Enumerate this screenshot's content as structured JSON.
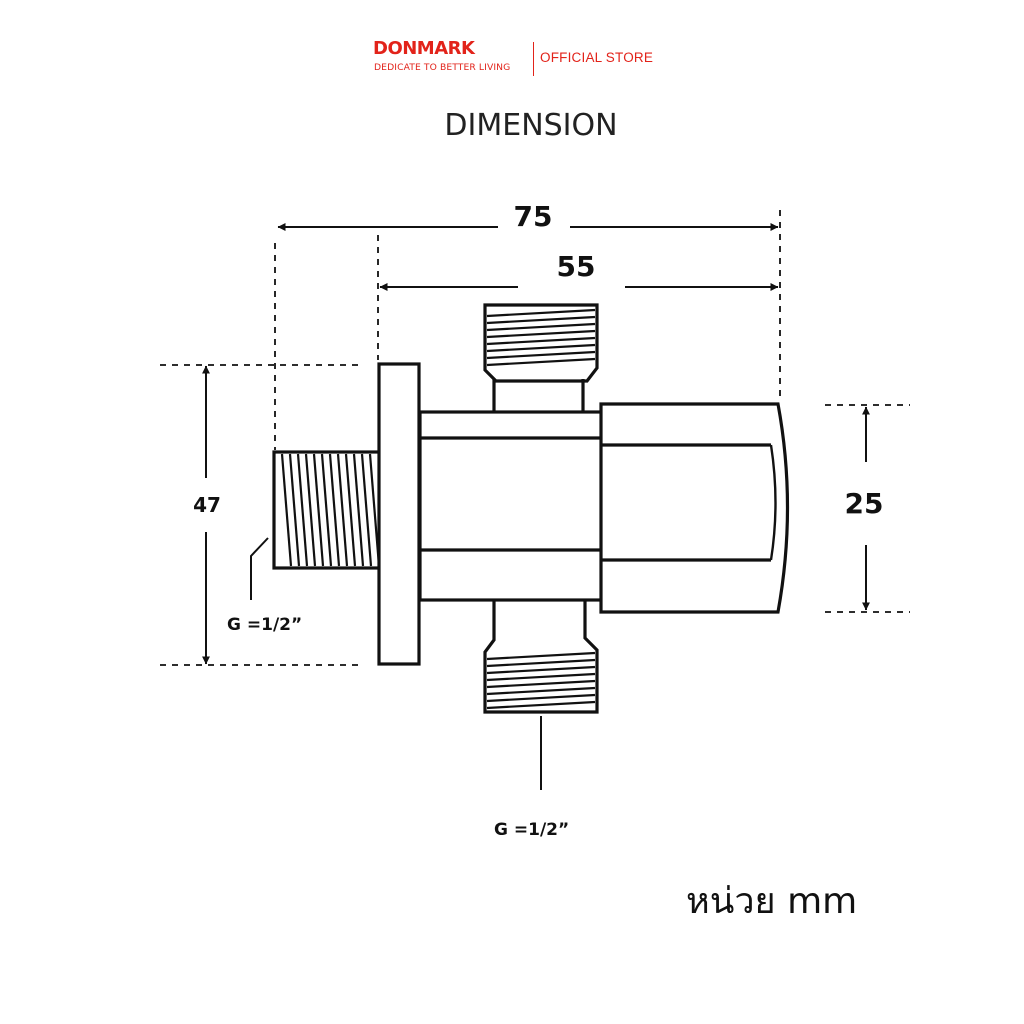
{
  "brand": {
    "name": "DONMARK",
    "tagline": "DEDICATE TO BETTER LIVING",
    "store_label": "OFFICIAL STORE",
    "color": "#e2231a"
  },
  "title": "DIMENSION",
  "dimensions": {
    "overall_length": "75",
    "body_length": "55",
    "height": "47",
    "handle_width": "25"
  },
  "thread_labels": {
    "inlet": "G =1/2”",
    "outlet": "G =1/2”"
  },
  "unit_label": "หน่วย mm",
  "line_color": "#111111"
}
